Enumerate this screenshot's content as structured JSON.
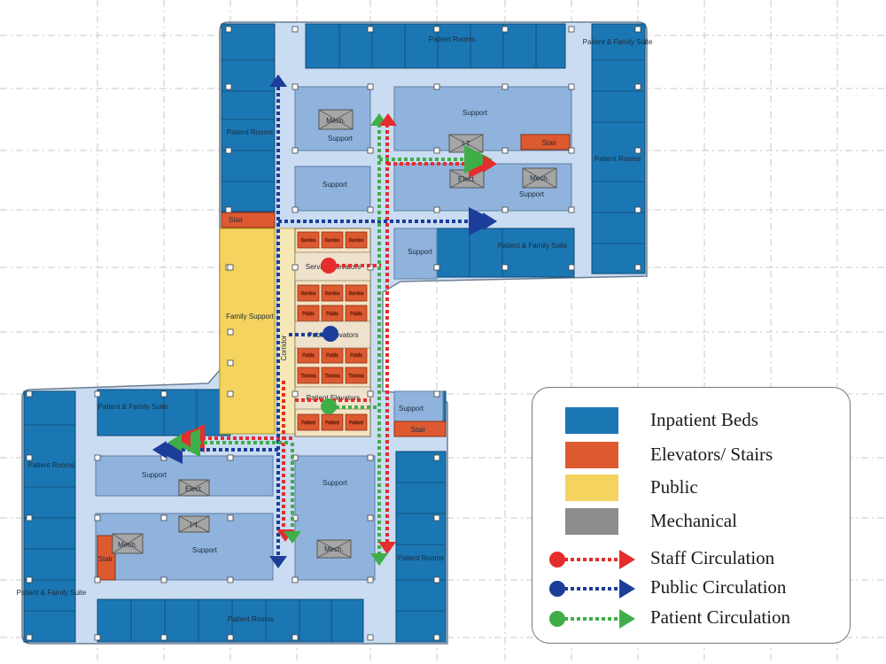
{
  "rooms": {
    "patient_rooms": "Patient Rooms",
    "patient_family_suite": "Patient & Family Suite",
    "support": "Support",
    "family_support": "Family Support",
    "stair": "Stair",
    "mech": "Mech.",
    "elect": "Elect.",
    "it": "I-T",
    "service_elevators": "Service Elevators",
    "public_elevators": "Public Elevators",
    "patient_elevators": "Patient Elevators",
    "corridor": "Corridor",
    "service": "Service",
    "public": "Public",
    "trauma": "Trauma",
    "patient": "Patient"
  },
  "legend": {
    "items": [
      {
        "label": "Inpatient Beds",
        "color": "#1b77b3",
        "kind": "swatch"
      },
      {
        "label": "Elevators/ Stairs",
        "color": "#dd5a31",
        "kind": "swatch"
      },
      {
        "label": "Public",
        "color": "#f4d35e",
        "kind": "swatch"
      },
      {
        "label": "Mechanical",
        "color": "#8c8c8c",
        "kind": "swatch"
      },
      {
        "label": "Staff Circulation",
        "color": "#e52d2d",
        "kind": "arrow"
      },
      {
        "label": "Public Circulation",
        "color": "#1c3d9a",
        "kind": "arrow"
      },
      {
        "label": "Patient Circulation",
        "color": "#3fae49",
        "kind": "arrow"
      }
    ]
  },
  "colors": {
    "inpatient": "#1b77b3",
    "inpatient_dark": "#125e94",
    "support": "#8fb3dd",
    "corridor": "#c9dcf2",
    "elevator": "#dd5a31",
    "public": "#f4d35e",
    "mechanical": "#8c8c8c",
    "staff": "#e52d2d",
    "public_circ": "#1c3d9a",
    "patient_circ": "#3fae49",
    "grid": "#c9c9c9"
  }
}
